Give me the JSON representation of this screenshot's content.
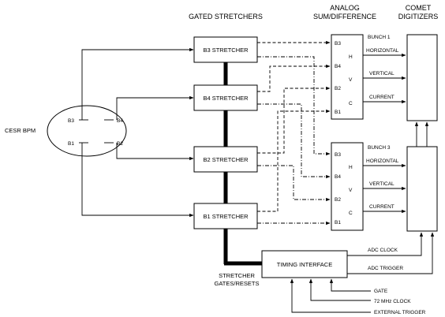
{
  "headers": {
    "gated_stretchers": "GATED STRETCHERS",
    "analog_line1": "ANALOG",
    "analog_line2": "SUM/DIFFERENCE",
    "comet_line1": "COMET",
    "comet_line2": "DIGITIZERS"
  },
  "bpm": {
    "label": "CESR BPM",
    "b3": "B3",
    "b4": "B4",
    "b1": "B1",
    "b2": "B2"
  },
  "stretchers": {
    "b3": "B3 STRETCHER",
    "b4": "B4 STRETCHER",
    "b2": "B2 STRETCHER",
    "b1": "B1 STRETCHER"
  },
  "sumdiff_top": {
    "inputs": [
      "B3",
      "B4",
      "B2",
      "B1"
    ],
    "outputs": [
      "H",
      "V",
      "C"
    ],
    "bunch": "BUNCH 1",
    "horizontal": "HORIZONTAL",
    "vertical": "VERTICAL",
    "current": "CURRENT"
  },
  "sumdiff_bottom": {
    "inputs": [
      "B3",
      "B4",
      "B2",
      "B1"
    ],
    "outputs": [
      "H",
      "V",
      "C"
    ],
    "bunch": "BUNCH 3",
    "horizontal": "HORIZONTAL",
    "vertical": "VERTICAL",
    "current": "CURRENT"
  },
  "timing": {
    "label": "TIMING INTERFACE",
    "adc_clock": "ADC CLOCK",
    "adc_trigger": "ADC TRIGGER",
    "gate": "GATE",
    "clock_72": "72 MHz CLOCK",
    "external_trigger": "EXTERNAL TRIGGER",
    "stretcher_line1": "STRETCHER",
    "stretcher_line2": "GATES/RESETS"
  }
}
